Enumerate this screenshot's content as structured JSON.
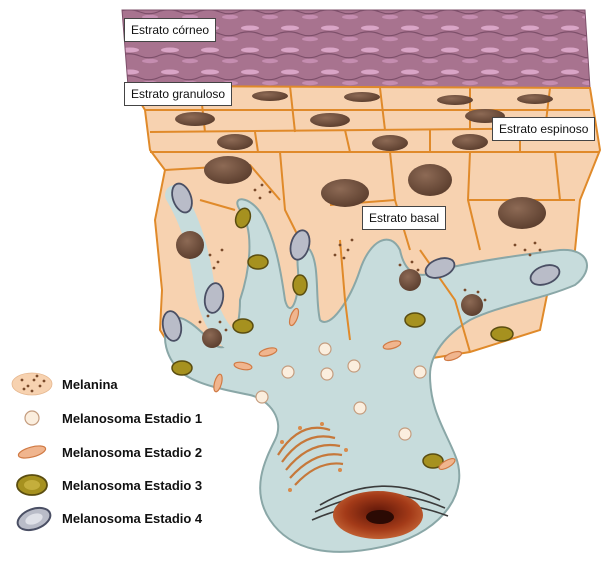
{
  "labels": {
    "stratum_corneum": "Estrato córneo",
    "stratum_granulosum": "Estrato granuloso",
    "stratum_spinosum": "Estrato espinoso",
    "stratum_basale": "Estrato basal"
  },
  "legend": [
    {
      "icon": "melanin-dots-icon",
      "label": "Melanina"
    },
    {
      "icon": "melanosome-stage-1-icon",
      "label": "Melanosoma Estadio 1"
    },
    {
      "icon": "melanosome-stage-2-icon",
      "label": "Melanosoma Estadio 2"
    },
    {
      "icon": "melanosome-stage-3-icon",
      "label": "Melanosoma Estadio 3"
    },
    {
      "icon": "melanosome-stage-4-icon",
      "label": "Melanosoma Estadio 4"
    }
  ],
  "colors": {
    "corneum": "#a8738f",
    "keratinocyte": "#f7d2b0",
    "keratinocyte_border": "#e08a2a",
    "nucleus": "#6e4d3a",
    "melanocyte": "#c7dcdc",
    "melanocyte_border": "#8aa7a7",
    "stage1": "#fbeede",
    "stage2": "#f0b58e",
    "stage3": "#a6911f",
    "stage4": "#b9bcc8"
  }
}
